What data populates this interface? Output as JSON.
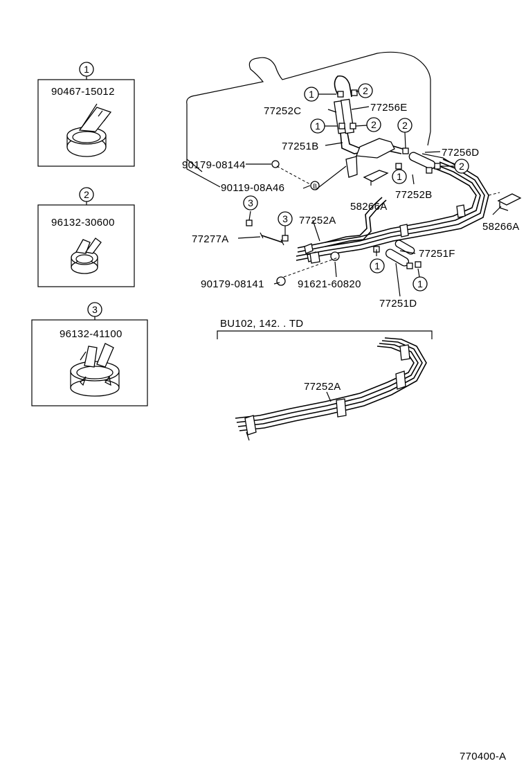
{
  "clamp_legend": [
    {
      "marker": "1",
      "part_no": "90467-15012"
    },
    {
      "marker": "2",
      "part_no": "96132-30600"
    },
    {
      "marker": "3",
      "part_no": "96132-41100"
    }
  ],
  "main_diagram": {
    "part_labels": {
      "p77252C": "77252C",
      "p77256E": "77256E",
      "p77251B": "77251B",
      "p77256D": "77256D",
      "p90179_08144": "90179-08144",
      "p90119_08A46": "90119-08A46",
      "p77252B": "77252B",
      "p58266A_1": "58266A",
      "p58266A_2": "58266A",
      "p77252A": "77252A",
      "p77277A": "77277A",
      "p77251F": "77251F",
      "p90179_08141": "90179-08141",
      "p91621_60820": "91621-60820",
      "p77251D": "77251D"
    },
    "markers": {
      "m1": "1",
      "m2": "1",
      "m3": "1",
      "m4": "1",
      "m5": "1",
      "m6": "2",
      "m7": "2",
      "m8": "2",
      "m9": "2",
      "m10": "3",
      "m11": "3"
    }
  },
  "variant": {
    "title": "BU102, 142. . TD",
    "part_label": "77252A"
  },
  "figure_code": "770400-A"
}
